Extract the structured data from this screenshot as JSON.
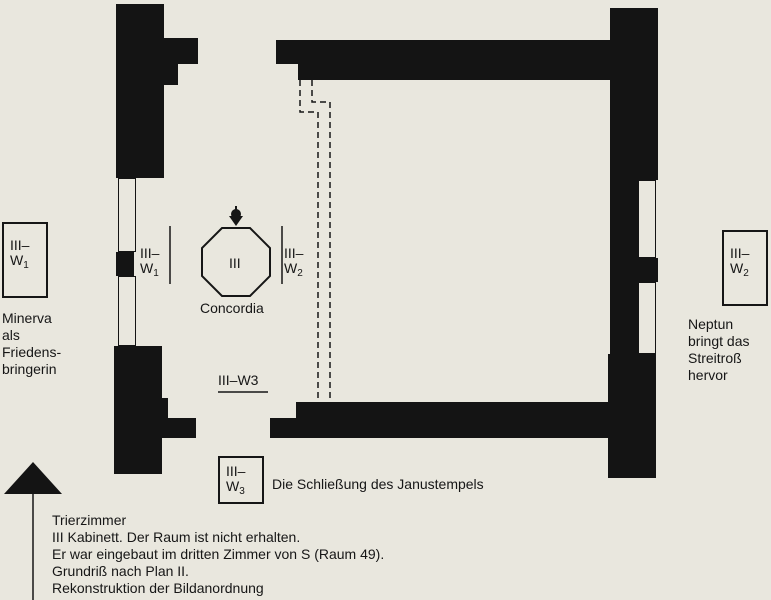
{
  "labels": {
    "left_panel": {
      "main": "III–",
      "sub": "W",
      "idx": "1"
    },
    "right_panel": {
      "main": "III–",
      "sub": "W",
      "idx": "2"
    },
    "bottom_panel": {
      "main": "III–",
      "sub": "W",
      "idx": "3"
    },
    "inner_w1": {
      "main": "III–",
      "sub": "W",
      "idx": "1"
    },
    "inner_w2": {
      "main": "III–",
      "sub": "W",
      "idx": "2"
    },
    "inner_w3": "III–W3",
    "octagon": "III",
    "concordia": "Concordia"
  },
  "captions": {
    "minerva": [
      "Minerva",
      "als",
      "Friedens-",
      "bringerin"
    ],
    "neptun": [
      "Neptun",
      "bringt das",
      "Streitroß",
      "hervor"
    ],
    "janus": "Die Schließung des Janustempels"
  },
  "legend": [
    "Trierzimmer",
    "III  Kabinett. Der Raum ist nicht erhalten.",
    "Er war eingebaut im dritten Zimmer von S (Raum 49).",
    "Grundriß nach Plan II.",
    "Rekonstruktion der Bildanordnung"
  ]
}
